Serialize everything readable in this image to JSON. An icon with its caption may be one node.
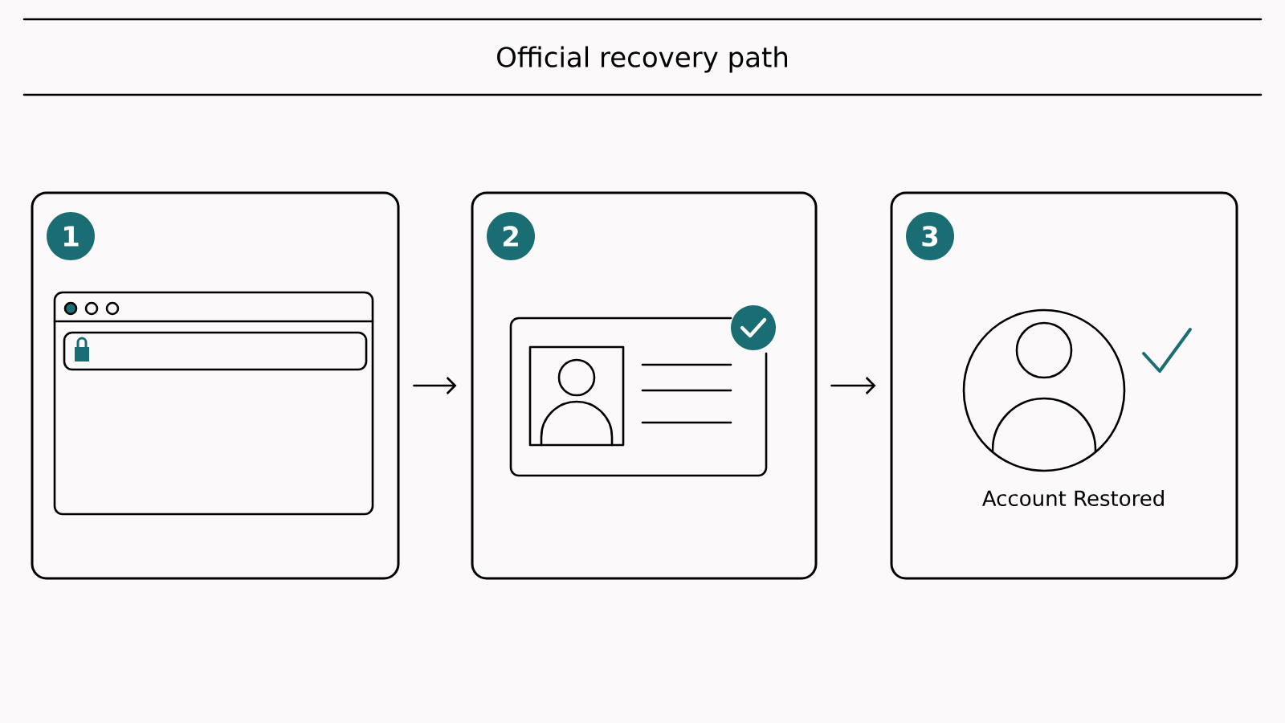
{
  "diagram": {
    "title": "Official recovery path",
    "nodes": [
      {
        "text": [
          "1"
        ]
      },
      {
        "text": [
          "2"
        ]
      },
      {
        "text": [
          "3",
          "Account Restored"
        ]
      }
    ],
    "edges": [
      {
        "from": 0,
        "to": 1,
        "arrow": "to"
      },
      {
        "from": 1,
        "to": 2,
        "arrow": "to"
      }
    ]
  }
}
